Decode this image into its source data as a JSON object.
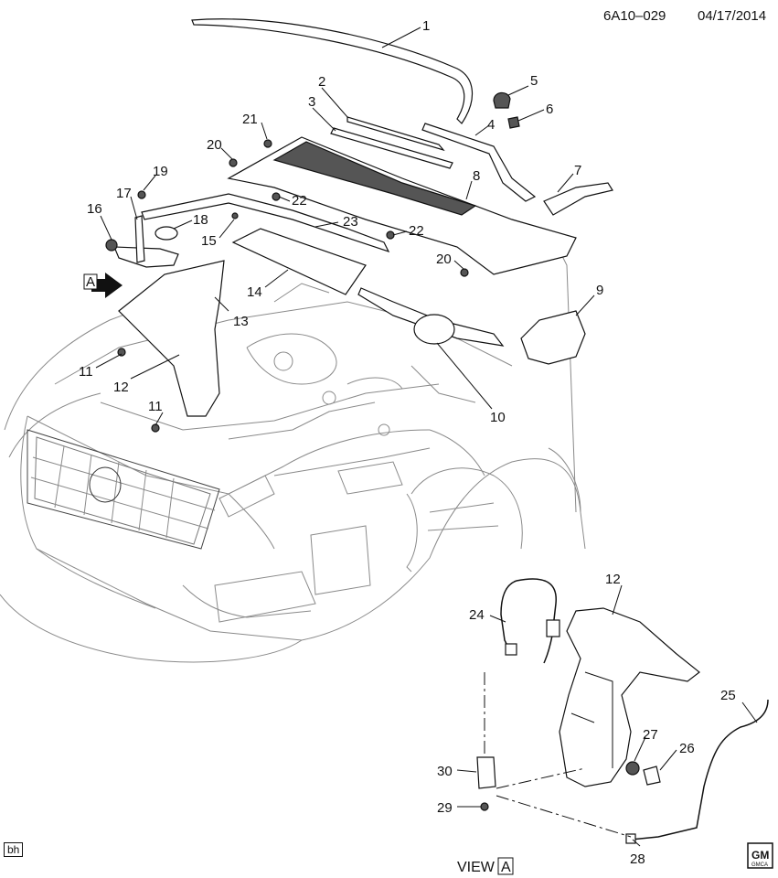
{
  "header": {
    "code": "6A10–029",
    "date": "04/17/2014"
  },
  "callouts": {
    "c1": "1",
    "c2": "2",
    "c3": "3",
    "c4": "4",
    "c5": "5",
    "c6": "6",
    "c7": "7",
    "c8": "8",
    "c9": "9",
    "c10": "10",
    "c11a": "11",
    "c11b": "11",
    "c12a": "12",
    "c12b": "12",
    "c13": "13",
    "c14": "14",
    "c15": "15",
    "c16": "16",
    "c17": "17",
    "c18": "18",
    "c19": "19",
    "c20a": "20",
    "c20b": "20",
    "c21": "21",
    "c22a": "22",
    "c22b": "22",
    "c23": "23",
    "c24": "24",
    "c25": "25",
    "c26": "26",
    "c27": "27",
    "c28": "28",
    "c29": "29",
    "c30": "30"
  },
  "view_marker": "A",
  "view_label": "VIEW",
  "view_letter": "A",
  "footer_left": "bh",
  "logo_text": "GM",
  "logo_subtext": "GMCA"
}
